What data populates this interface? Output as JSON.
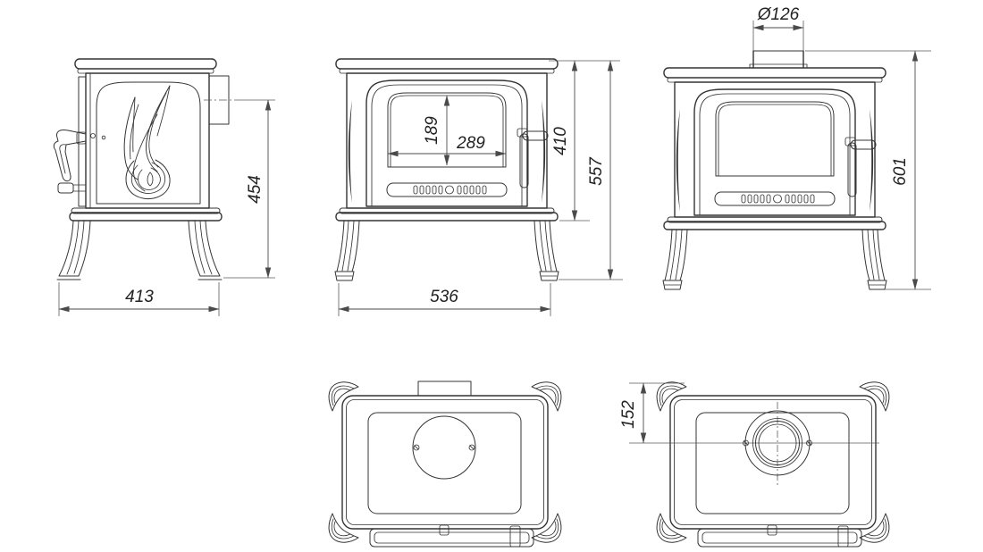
{
  "diagram": {
    "type": "technical-drawing",
    "subject": "cast-iron wood-burning stove dimensional drawing, five views",
    "style": {
      "background": "#ffffff",
      "line_color": "#343434",
      "text_color": "#222222"
    },
    "dimensions": {
      "side_flue_outlet_height": "454",
      "depth": "413",
      "glass_height": "189",
      "glass_width": "289",
      "body_height": "410",
      "total_height": "557",
      "width": "536",
      "flue_diameter": "Ø126",
      "height_with_flue_collar": "601",
      "flue_center_offset": "152"
    }
  }
}
